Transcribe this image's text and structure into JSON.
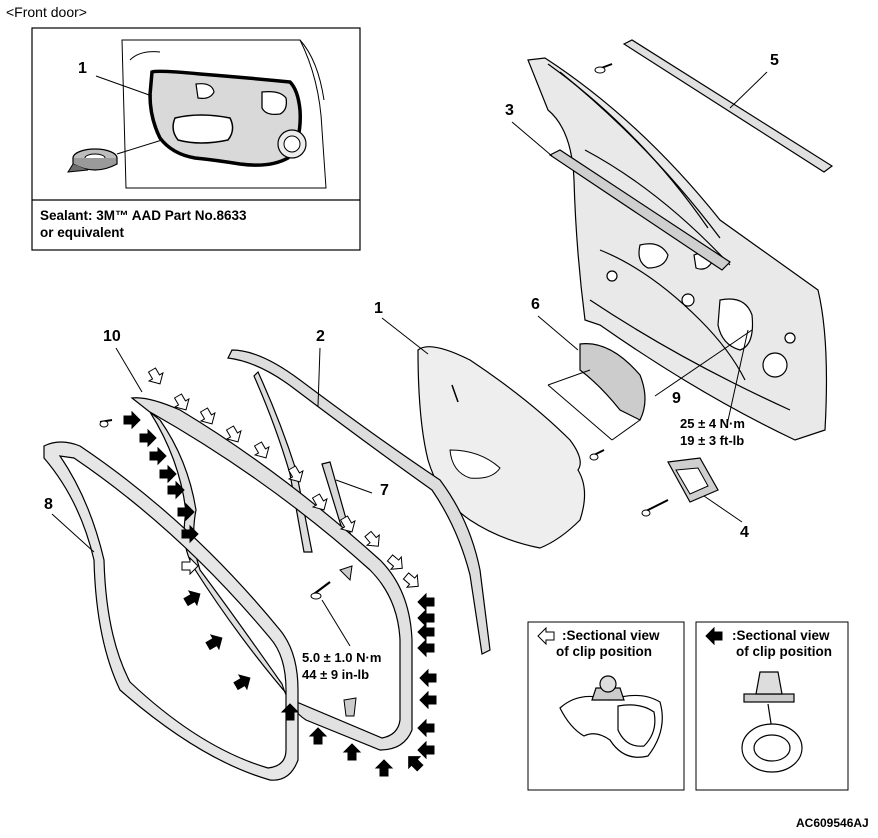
{
  "header": {
    "title": "<Front door>"
  },
  "inset": {
    "callout": "1",
    "note_line1": "Sealant: 3M™ AAD Part No.8633",
    "note_line2": "or equivalent"
  },
  "callouts": {
    "c1": "1",
    "c2": "2",
    "c3": "3",
    "c4": "4",
    "c5": "5",
    "c6": "6",
    "c7": "7",
    "c8": "8",
    "c9": "9",
    "c10": "10"
  },
  "torques": {
    "t9_line1": "25 ± 4 N·m",
    "t9_line2": "19 ± 3 ft-lb",
    "t7_line1": "5.0 ± 1.0 N·m",
    "t7_line2": "44 ± 9 in-lb"
  },
  "legend": {
    "white_line1": ":Sectional view",
    "white_line2": "of clip position",
    "black_line1": ":Sectional view",
    "black_line2": "of clip position"
  },
  "figure_code": "AC609546AJ",
  "colors": {
    "line": "#000000",
    "panel": "#e9e9e9",
    "background": "#ffffff"
  }
}
